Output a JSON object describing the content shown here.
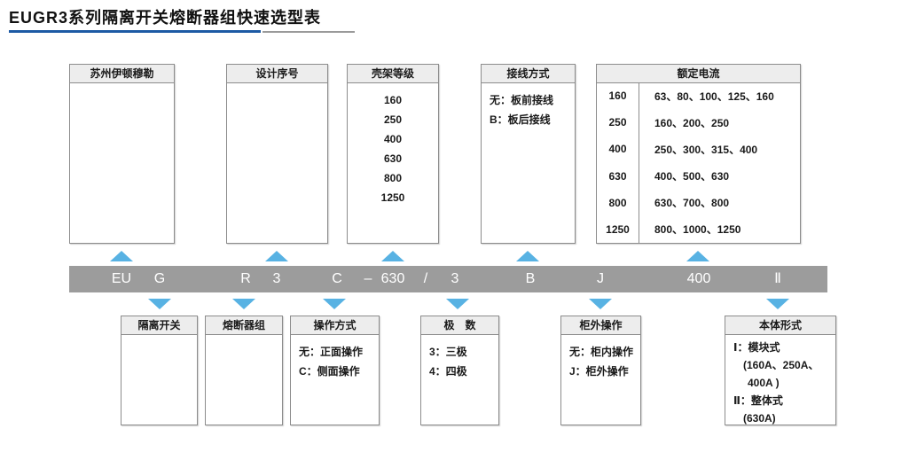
{
  "title": "EUGR3系列隔离开关熔断器组快速选型表",
  "top_boxes": [
    {
      "header": "苏州伊顿穆勒",
      "lines": []
    },
    {
      "header": "设计序号",
      "lines": []
    },
    {
      "header": "壳架等级",
      "lines": [
        "160",
        "250",
        "400",
        "630",
        "800",
        "1250"
      ]
    },
    {
      "header": "接线方式",
      "lines": [
        "无：板前接线",
        "B：板后接线"
      ]
    }
  ],
  "rated_current": {
    "header": "额定电流",
    "rows": [
      {
        "frame": "160",
        "currents": "63、80、100、125、160"
      },
      {
        "frame": "250",
        "currents": "160、200、250"
      },
      {
        "frame": "400",
        "currents": "250、300、315、400"
      },
      {
        "frame": "630",
        "currents": "400、500、630"
      },
      {
        "frame": "800",
        "currents": "630、700、800"
      },
      {
        "frame": "1250",
        "currents": "800、1000、1250"
      }
    ]
  },
  "model_bar": {
    "segments": [
      "EU",
      "G",
      "R",
      "3",
      "C",
      "–",
      "630",
      "/",
      "3",
      "B",
      "J",
      "400",
      "Ⅱ"
    ]
  },
  "bottom_boxes": [
    {
      "header": "隔离开关",
      "lines": []
    },
    {
      "header": "熔断器组",
      "lines": []
    },
    {
      "header": "操作方式",
      "lines": [
        "无：正面操作",
        "C：侧面操作"
      ]
    },
    {
      "header": "极　数",
      "lines": [
        "3：三极",
        "4：四极"
      ]
    },
    {
      "header": "柜外操作",
      "lines": [
        "无：柜内操作",
        "J：柜外操作"
      ]
    },
    {
      "header": "本体形式",
      "lines": [
        "Ⅰ：模块式",
        "(160A、250A、",
        "400A )",
        "Ⅱ：整体式",
        "(630A)"
      ]
    }
  ],
  "colors": {
    "accent_blue": "#58b2e3",
    "bar_gray": "#9c9c9c",
    "underline_blue": "#1d5aa4",
    "underline_gray": "#9a9a9a",
    "header_fill": "#ededed",
    "box_border": "#8c8c8c"
  }
}
